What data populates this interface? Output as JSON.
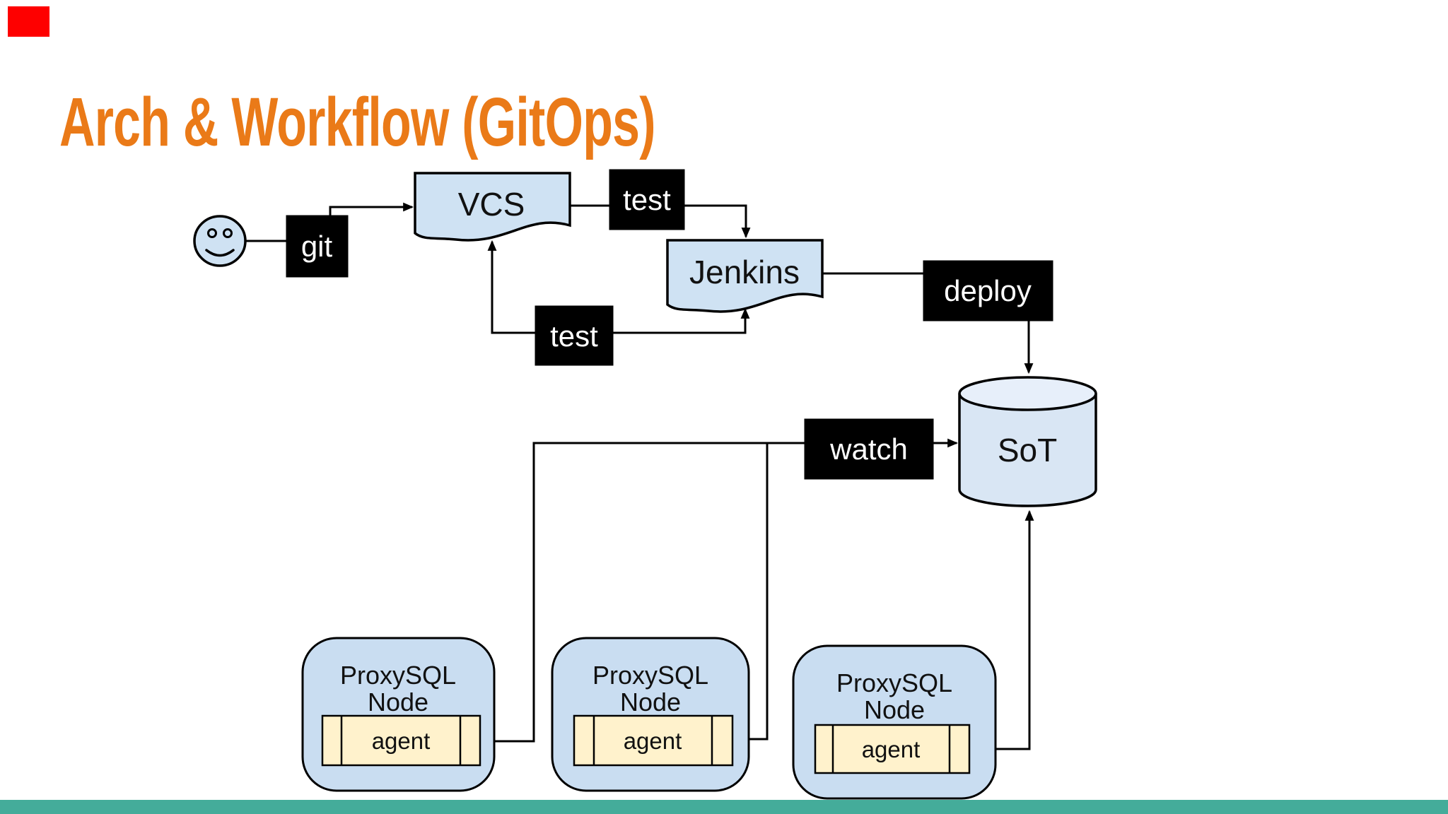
{
  "slide": {
    "title": "Arch & Workflow (GitOps)",
    "colors": {
      "title_orange": "#ea7a18",
      "footer_teal": "#44ac9a",
      "shape_blue": "#cfe2f3",
      "node_blue": "#c9ddf1",
      "agent_yellow": "#fff2cc",
      "box_black": "#000000",
      "marker_red": "#fe0000"
    }
  },
  "actors": {
    "user_smiley": "user"
  },
  "steps": {
    "git": "git",
    "vcs": "VCS",
    "test_top": "test",
    "test_bottom": "test",
    "jenkins": "Jenkins",
    "deploy": "deploy",
    "watch": "watch",
    "sot": "SoT"
  },
  "proxysql_nodes": [
    {
      "line1": "ProxySQL",
      "line2": "Node",
      "agent": "agent"
    },
    {
      "line1": "ProxySQL",
      "line2": "Node",
      "agent": "agent"
    },
    {
      "line1": "ProxySQL",
      "line2": "Node",
      "agent": "agent"
    }
  ]
}
